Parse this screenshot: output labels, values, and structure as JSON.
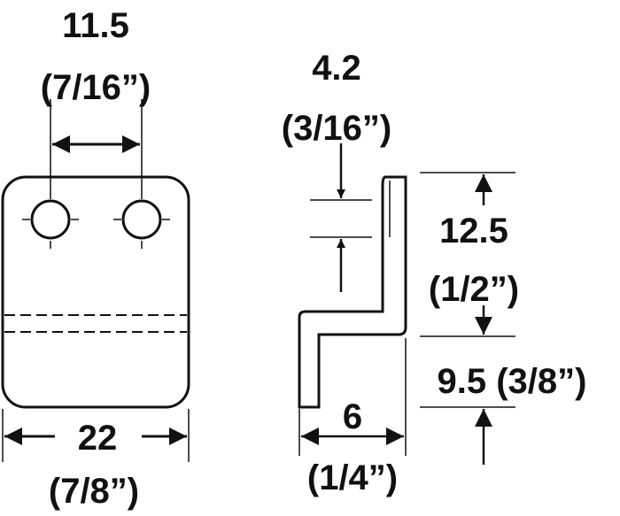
{
  "front_view": {
    "hole_spacing": {
      "mm": "11.5",
      "inch": "(7/16”)"
    },
    "width": {
      "mm": "22",
      "inch": "(7/8”)"
    }
  },
  "side_view": {
    "thickness": {
      "mm": "4.2",
      "inch": "(3/16”)"
    },
    "upper_height": {
      "mm": "12.5",
      "inch": "(1/2”)"
    },
    "offset_height": {
      "label": "9.5 (3/8”)"
    },
    "offset_depth": {
      "mm": "6",
      "inch": "(1/4”)"
    }
  },
  "colors": {
    "line": "#111111",
    "background": "#ffffff"
  }
}
